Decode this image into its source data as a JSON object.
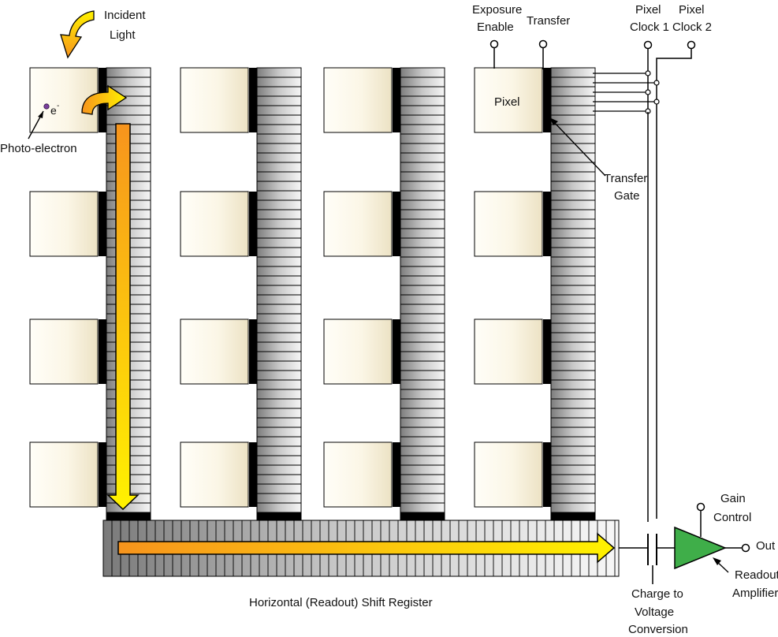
{
  "labels": {
    "incident_light": [
      "Incident",
      "Light"
    ],
    "electron": "e",
    "electron_sup": "-",
    "photo_electron": "Photo-electron",
    "exposure_enable": [
      "Exposure",
      "Enable"
    ],
    "transfer": "Transfer",
    "pixel_clock_1": [
      "Pixel",
      "Clock 1"
    ],
    "pixel_clock_2": [
      "Pixel",
      "Clock 2"
    ],
    "pixel": "Pixel",
    "transfer_gate": [
      "Transfer",
      "Gate"
    ],
    "gain_control": [
      "Gain",
      "Control"
    ],
    "out": "Out",
    "readout_amplifier": [
      "Readout",
      "Amplifier"
    ],
    "charge_to_voltage": [
      "Charge to",
      "Voltage",
      "Conversion"
    ],
    "horizontal_register": "Horizontal (Readout) Shift Register"
  },
  "colors": {
    "pixel_fill_light": "#fffdf3",
    "pixel_fill_dark": "#efe6cc",
    "register_dark": "#8a8a8a",
    "register_light": "#f4f4f4",
    "gate": "#000000",
    "arrow_orange": "#f7941d",
    "arrow_yellow": "#fff200",
    "amplifier_green": "#3fae49",
    "electron_purple": "#7a3e9d"
  },
  "structure": {
    "columns": 4,
    "rows": 4
  }
}
